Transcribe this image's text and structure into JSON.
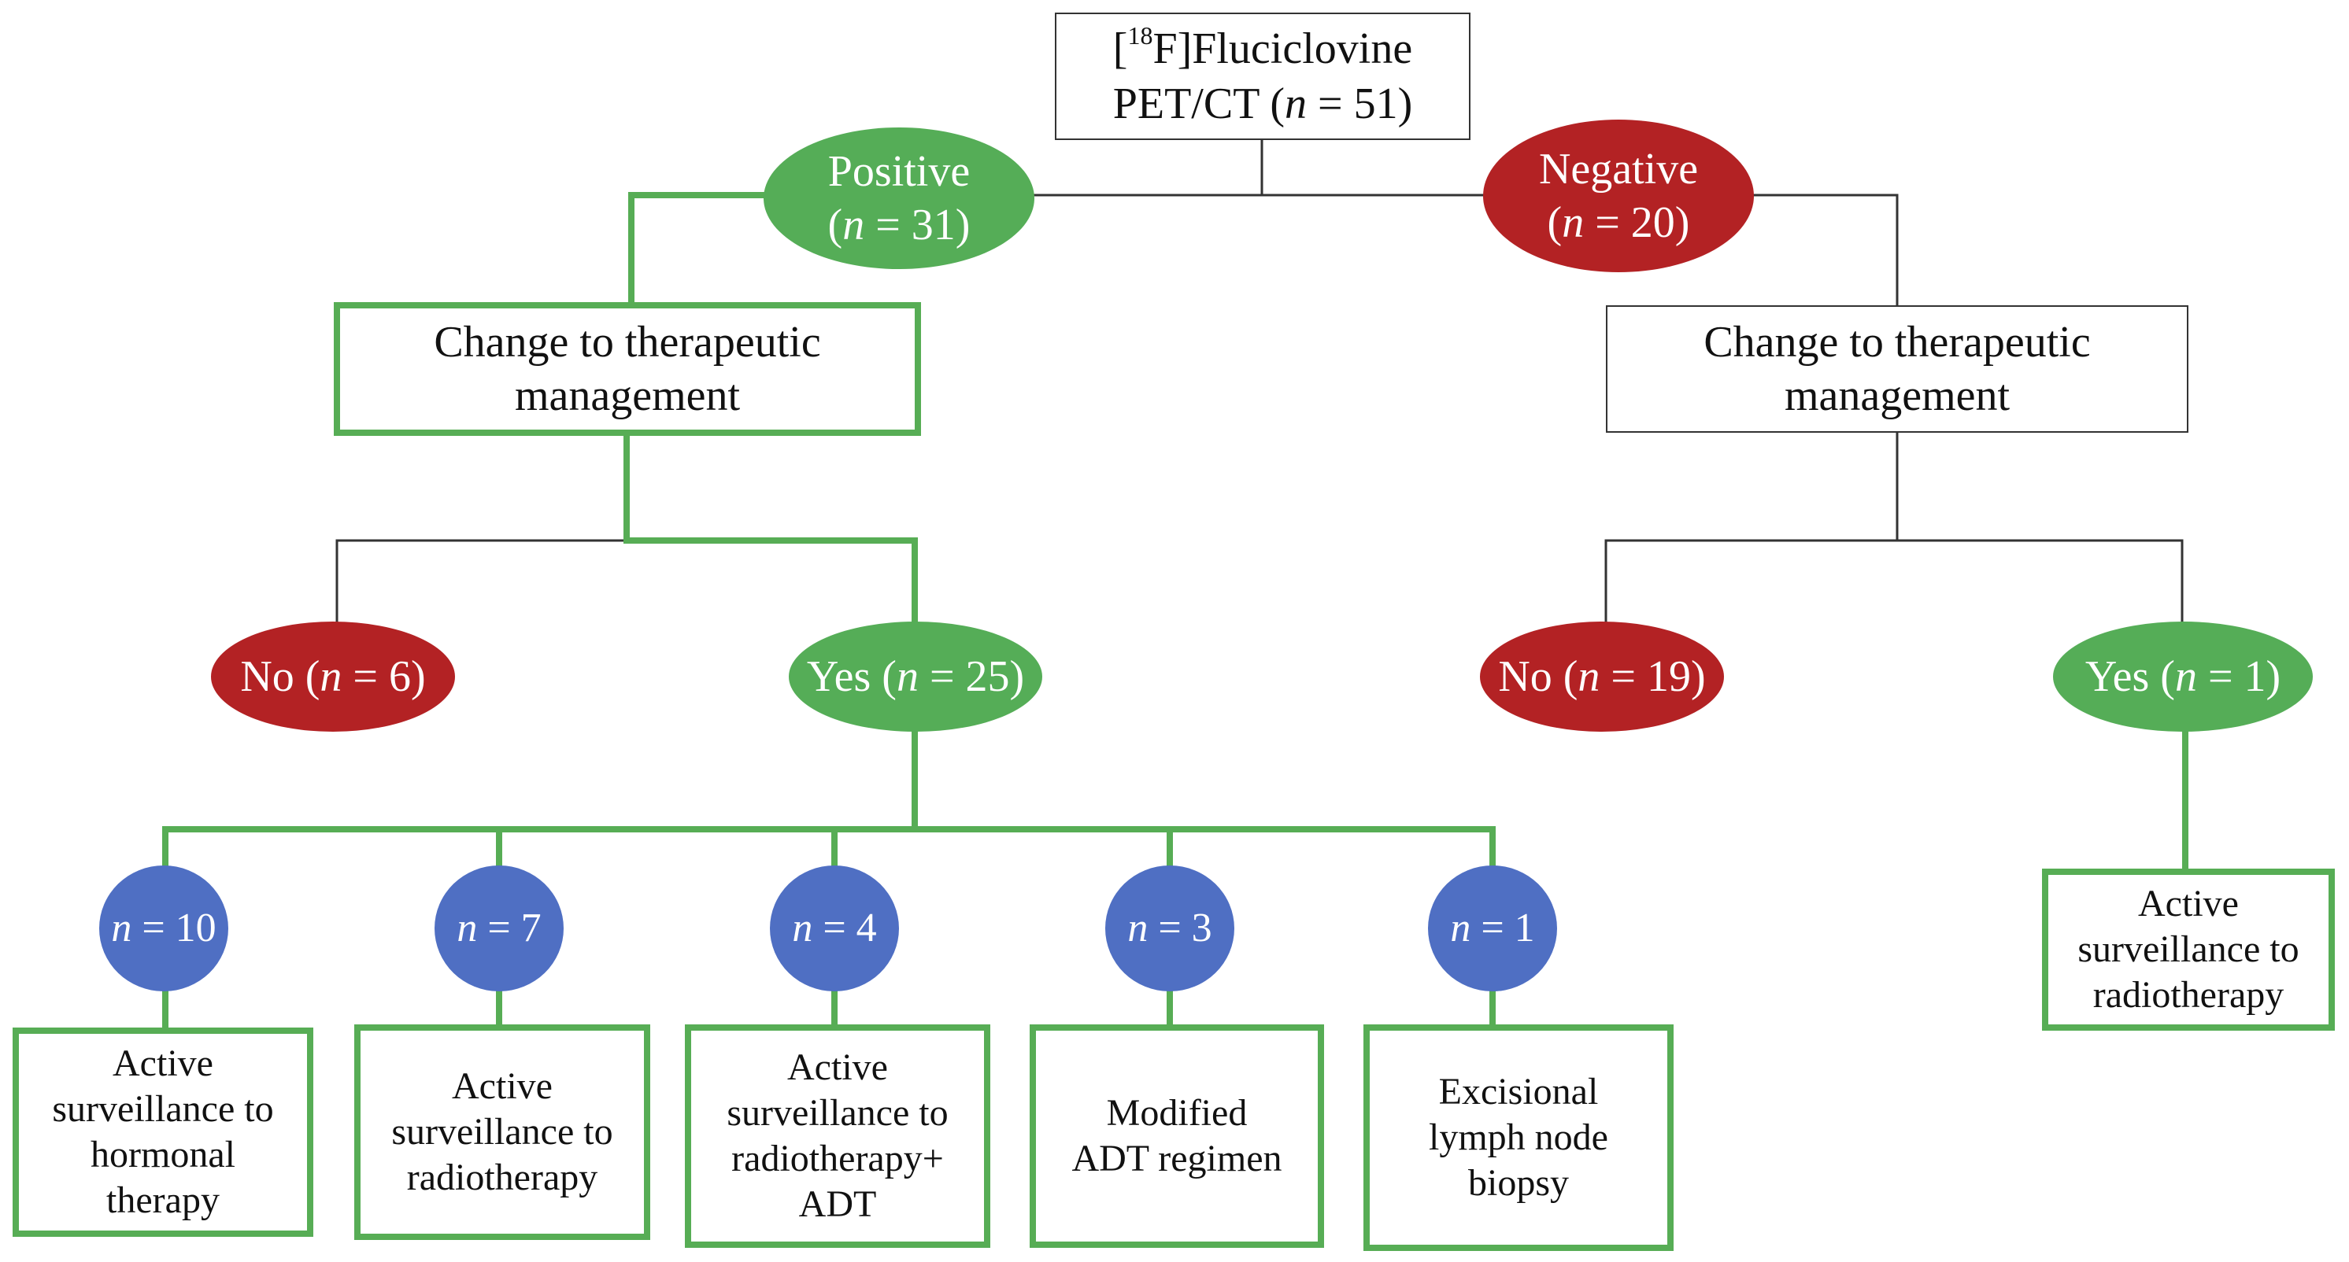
{
  "colors": {
    "green": "#57ad55",
    "red": "#b32224",
    "blue": "#4f6fc3",
    "line_dark": "#333333"
  },
  "root": {
    "label_pre": "[",
    "label_sup": "18",
    "label_post": "F]Fluciclovine",
    "line2_pre": "PET/CT (",
    "line2_italic": "n",
    "line2_post": " = 51)"
  },
  "positive": {
    "label": "Positive",
    "count_italic": "n",
    "count_post": " = 31)",
    "count_pre": "("
  },
  "negative": {
    "label": "Negative",
    "count_italic": "n",
    "count_post": " = 20)",
    "count_pre": "("
  },
  "left_change": {
    "label": "Change to therapeutic\nmanagement"
  },
  "right_change": {
    "label": "Change to therapeutic\nmanagement"
  },
  "left_no": {
    "pre": "No (",
    "italic": "n",
    "post": " = 6)"
  },
  "left_yes": {
    "pre": "Yes (",
    "italic": "n",
    "post": " = 25)"
  },
  "right_no": {
    "pre": "No (",
    "italic": "n",
    "post": " = 19)"
  },
  "right_yes": {
    "pre": "Yes (",
    "italic": "n",
    "post": " = 1)"
  },
  "subgroups": [
    {
      "italic": "n",
      "post": " = 10",
      "label": "Active\nsurveillance to\nhormonal\ntherapy"
    },
    {
      "italic": "n",
      "post": " = 7",
      "label": "Active\nsurveillance to\nradiotherapy"
    },
    {
      "italic": "n",
      "post": " = 4",
      "label": "Active\nsurveillance to\nradiotherapy+\nADT"
    },
    {
      "italic": "n",
      "post": " = 3",
      "label": "Modified\nADT regimen"
    },
    {
      "italic": "n",
      "post": " = 1",
      "label": "Excisional\nlymph node\nbiopsy"
    }
  ],
  "right_outcome": {
    "label": "Active\nsurveillance to\nradiotherapy"
  }
}
